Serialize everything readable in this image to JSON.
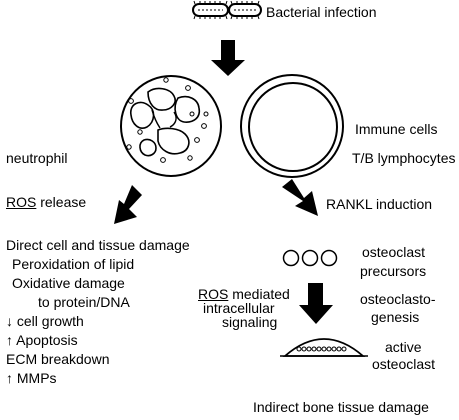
{
  "header": {
    "bacterial_infection": "Bacterial infection"
  },
  "cells": {
    "neutrophil": "neutrophil",
    "immune_cells": "Immune cells",
    "lymphocytes": "T/B lymphocytes"
  },
  "left_branch": {
    "ros_word": "ROS",
    "release": "release",
    "effects": [
      "Direct cell and tissue damage",
      "Peroxidation of lipid",
      "Oxidative damage",
      "to protein/DNA",
      "↓ cell growth",
      "↑ Apoptosis",
      "ECM breakdown",
      "↑ MMPs"
    ]
  },
  "right_branch": {
    "rankl_induction": "RANKL induction",
    "osteoclast_precursors": [
      "osteoclast",
      "precursors"
    ],
    "ros_word": "ROS",
    "mediated": "mediated",
    "signaling_lines": [
      "intracellular",
      "signaling"
    ],
    "osteoclastogenesis": [
      "osteoclasto-",
      "genesis"
    ],
    "active_osteoclast": [
      "active",
      "osteoclast"
    ],
    "footer": "Indirect bone tissue damage"
  },
  "colors": {
    "ink": "#000000",
    "background": "#ffffff"
  },
  "icons": [
    "bacterium-icon",
    "neutrophil-cell",
    "lymphocyte-cell",
    "precursor-cell",
    "osteoclast-cell",
    "arrow-icon"
  ]
}
